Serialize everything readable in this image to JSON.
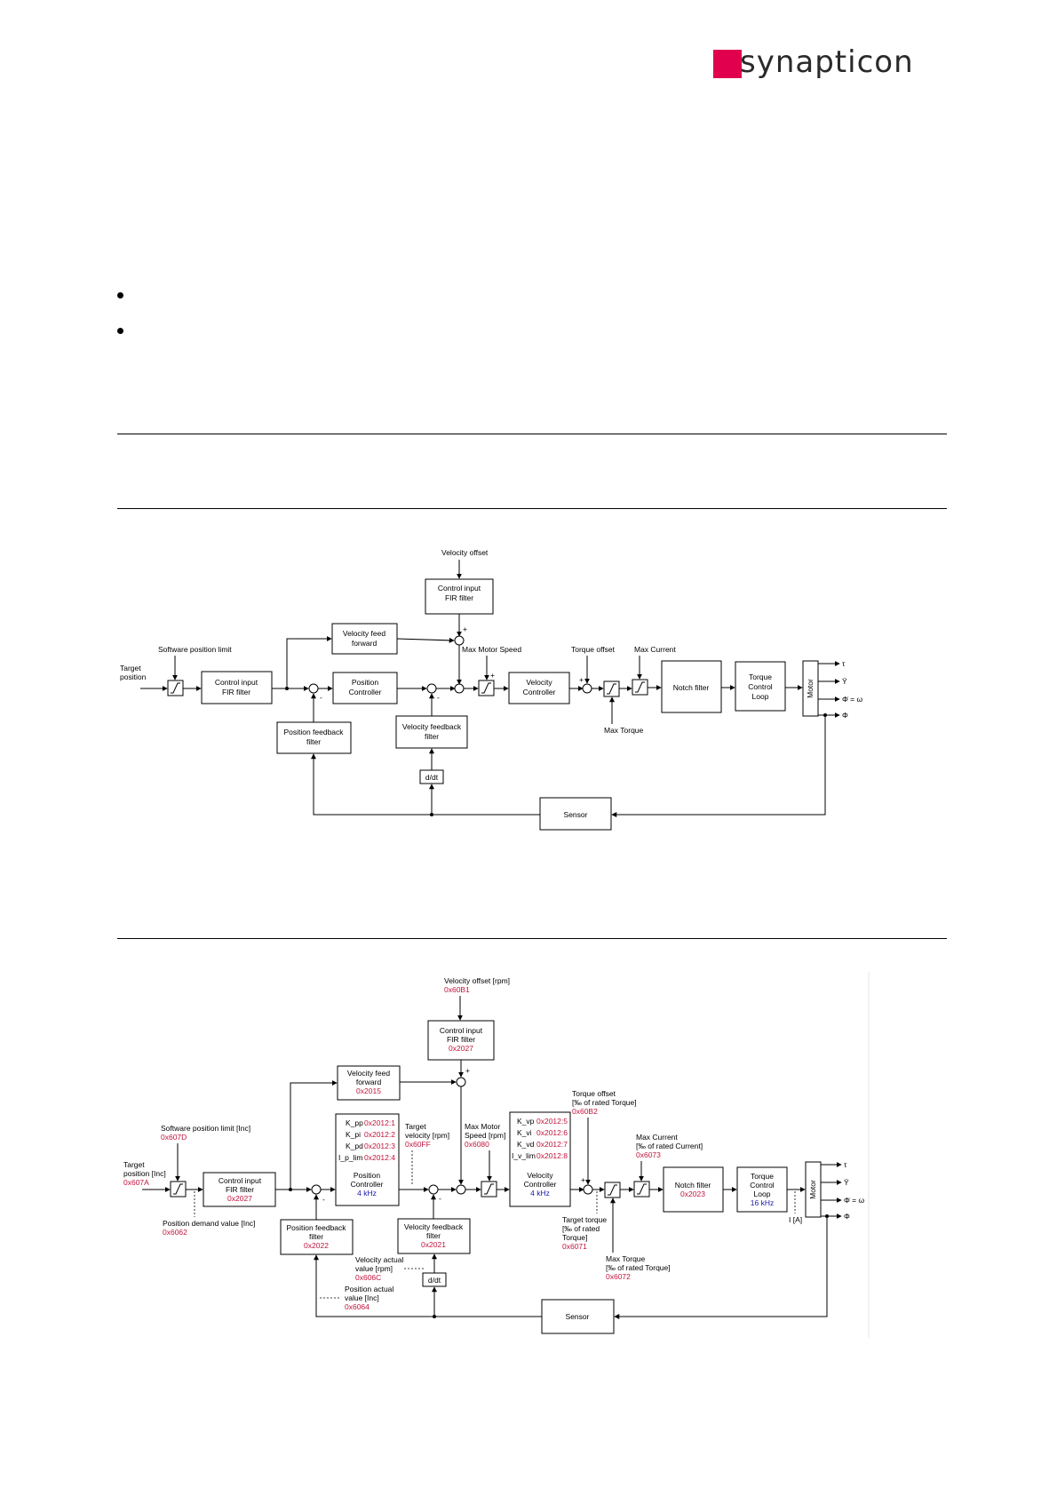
{
  "brand": {
    "name": "synapticon",
    "color": "#e0004d"
  },
  "diagram1": {
    "velocity_offset": "Velocity offset",
    "fir_top": [
      "Control input",
      "FIR filter"
    ],
    "vel_ff": [
      "Velocity feed",
      "forward"
    ],
    "sw_limit": "Software position limit",
    "target_position": [
      "Target",
      "position"
    ],
    "fir_in": [
      "Control input",
      "FIR filter"
    ],
    "pos_ctrl": [
      "Position",
      "Controller"
    ],
    "max_motor_speed": "Max Motor Speed",
    "vel_ctrl": [
      "Velocity",
      "Controller"
    ],
    "torque_offset": "Torque offset",
    "max_current": "Max Current",
    "notch": "Notch filter",
    "torque_loop": [
      "Torque",
      "Control",
      "Loop"
    ],
    "motor": "Motor",
    "max_torque": "Max Torque",
    "pos_fb": [
      "Position feedback",
      "filter"
    ],
    "vel_fb": [
      "Velocity feedback",
      "filter"
    ],
    "ddt": "d/dt",
    "sensor": "Sensor",
    "outputs": [
      "τ",
      "Ϋ",
      "Φ̇ = ω",
      "Φ"
    ],
    "plus": "+",
    "minus": "-"
  },
  "diagram2": {
    "velocity_offset": [
      "Velocity offset [rpm]",
      "0x60B1"
    ],
    "fir_top": [
      "Control input",
      "FIR filter",
      "0x2027"
    ],
    "vel_ff": [
      "Velocity feed",
      "forward",
      "0x2015"
    ],
    "sw_limit": [
      "Software position limit [Inc]",
      "0x607D"
    ],
    "target_position": [
      "Target",
      "position [Inc]",
      "0x607A"
    ],
    "fir_in": [
      "Control input",
      "FIR filter",
      "0x2027"
    ],
    "pos_demand": [
      "Position demand value [Inc]",
      "0x6062"
    ],
    "pos_gains": [
      {
        "k": "K_pp",
        "v": "0x2012:1"
      },
      {
        "k": "K_pi",
        "v": "0x2012:2"
      },
      {
        "k": "K_pd",
        "v": "0x2012:3"
      },
      {
        "k": "I_p_lim",
        "v": "0x2012:4"
      }
    ],
    "pos_ctrl": [
      "Position",
      "Controller",
      "4 kHz"
    ],
    "target_velocity": [
      "Target",
      "velocity [rpm]",
      "0x60FF"
    ],
    "max_motor_speed": [
      "Max Motor",
      "Speed [rpm]",
      "0x6080"
    ],
    "vel_gains": [
      {
        "k": "K_vp",
        "v": "0x2012:5"
      },
      {
        "k": "K_vi",
        "v": "0x2012:6"
      },
      {
        "k": "K_vd",
        "v": "0x2012:7"
      },
      {
        "k": "I_v_lim",
        "v": "0x2012:8"
      }
    ],
    "vel_ctrl": [
      "Velocity",
      "Controller",
      "4 kHz"
    ],
    "torque_offset": [
      "Torque offset",
      "[‰ of rated Torque]",
      "0x60B2"
    ],
    "target_torque": [
      "Target torque",
      "[‰ of rated",
      "Torque]",
      "0x6071"
    ],
    "max_current": [
      "Max Current",
      "[‰ of rated Current]",
      "0x6073"
    ],
    "max_torque": [
      "Max Torque",
      "[‰ of rated Torque]",
      "0x6072"
    ],
    "notch": [
      "Notch filter",
      "0x2023"
    ],
    "torque_loop": [
      "Torque",
      "Control",
      "Loop",
      "16 kHz"
    ],
    "motor": "Motor",
    "current": "I [A]",
    "pos_fb": [
      "Position feedback",
      "filter",
      "0x2022"
    ],
    "vel_fb": [
      "Velocity feedback",
      "filter",
      "0x2021"
    ],
    "vel_actual": [
      "Velocity actual",
      "value [rpm]",
      "0x606C"
    ],
    "pos_actual": [
      "Position actual",
      "value [Inc]",
      "0x6064"
    ],
    "ddt": "d/dt",
    "sensor": "Sensor",
    "outputs": [
      "τ",
      "Ϋ",
      "Φ̇ = ω",
      "Φ"
    ],
    "plus": "+",
    "minus": "-"
  }
}
